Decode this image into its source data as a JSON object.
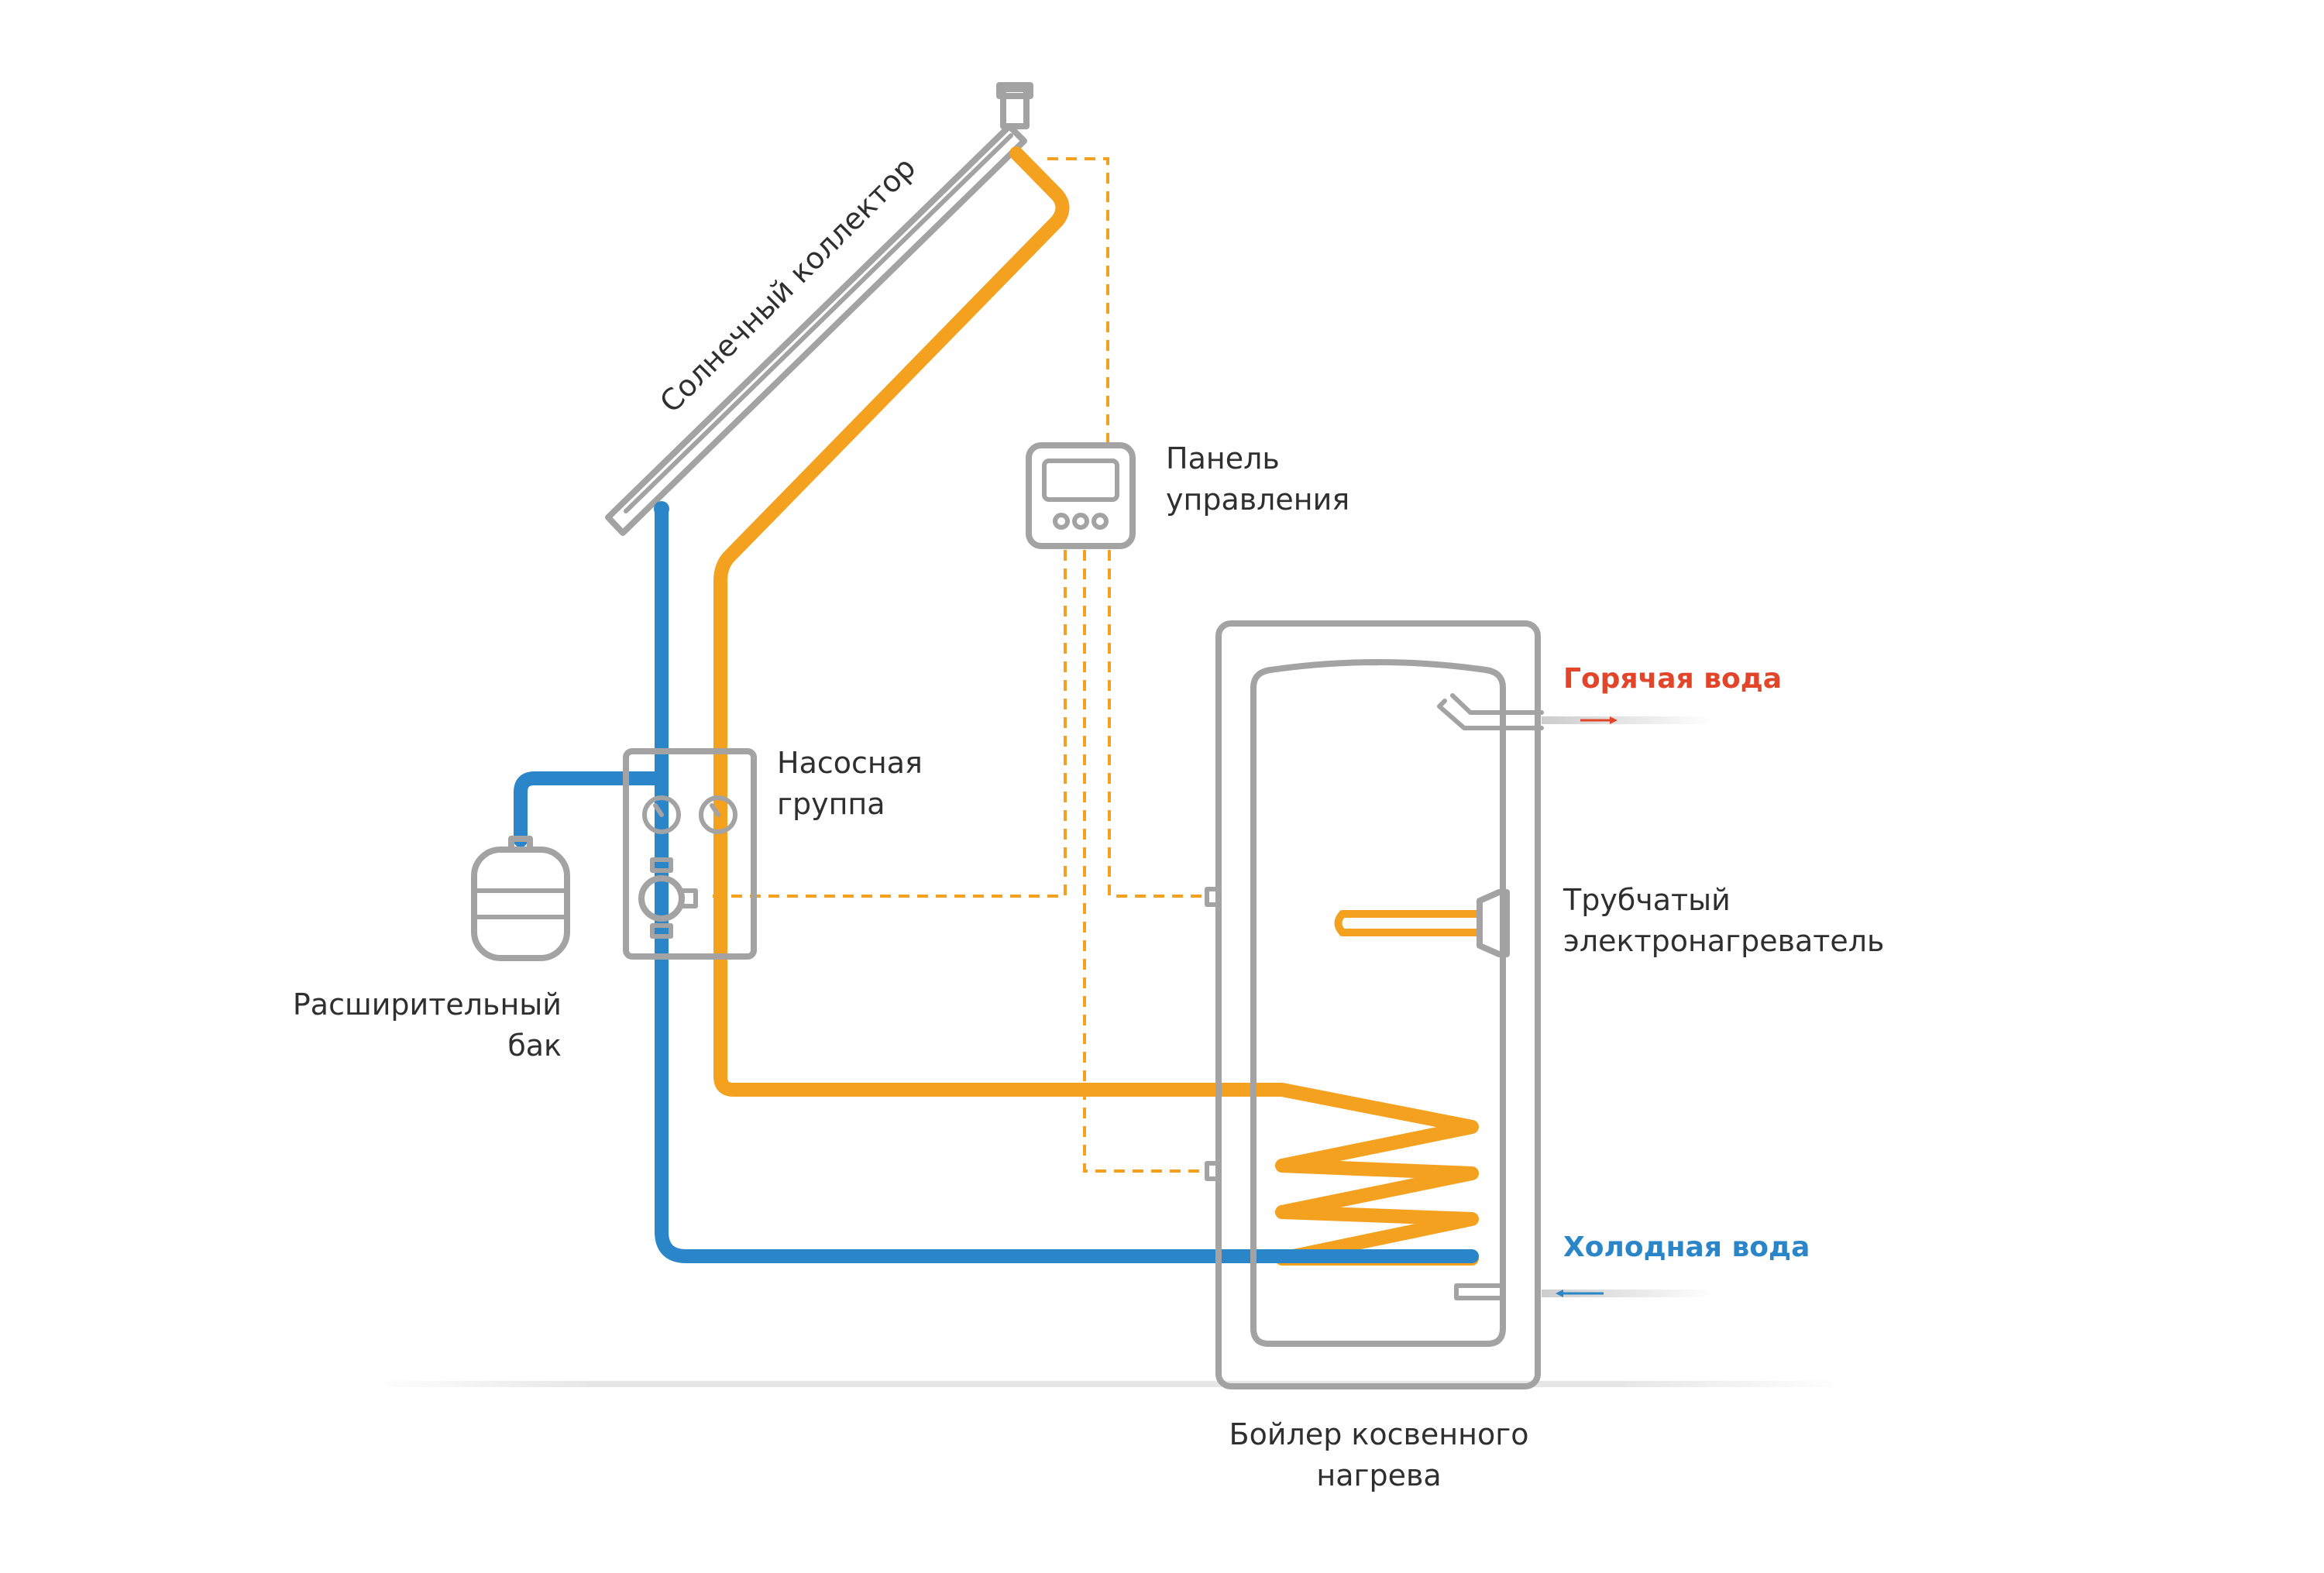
{
  "labels": {
    "solar_collector": "Солнечный коллектор",
    "control_panel": [
      "Панель",
      "управления"
    ],
    "pump_group": [
      "Насосная",
      "группа"
    ],
    "expansion_tank": [
      "Расширительный",
      "бак"
    ],
    "hot_water": "Горячая вода",
    "cold_water": "Холодная вода",
    "heater": [
      "Трубчатый",
      "электронагреватель"
    ],
    "boiler": [
      "Бойлер косвенного",
      "нагрева"
    ]
  },
  "colors": {
    "hot_pipe": "#f3a11e",
    "cold_pipe": "#2a86c8",
    "hot_water_label": "#e2452a",
    "cold_water_label": "#2a86c8",
    "equipment_outline": "#a3a3a3"
  }
}
